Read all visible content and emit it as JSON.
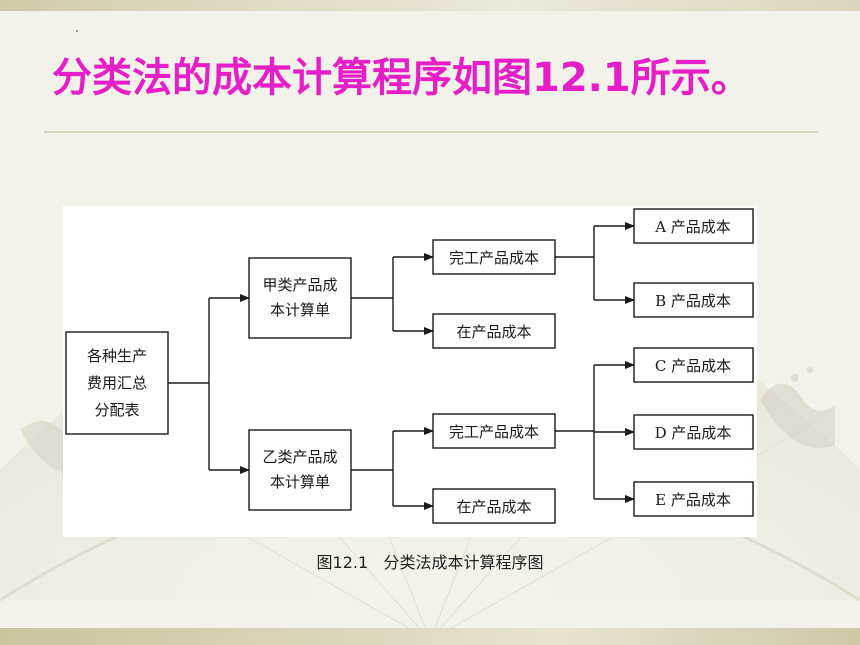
{
  "slide": {
    "title": "分类法的成本计算程序如图12.1所示。"
  },
  "diagram": {
    "source": {
      "line1": "各种生产",
      "line2": "费用汇总",
      "line3": "分配表"
    },
    "group_a": {
      "line1": "甲类产品成",
      "line2": "本计算单"
    },
    "group_b": {
      "line1": "乙类产品成",
      "line2": "本计算单"
    },
    "a_finished": "完工产品成本",
    "a_wip": "在产品成本",
    "b_finished": "完工产品成本",
    "b_wip": "在产品成本",
    "product_a": "A 产品成本",
    "product_b": "B 产品成本",
    "product_c": "C 产品成本",
    "product_d": "D 产品成本",
    "product_e": "E 产品成本"
  },
  "caption": {
    "number": "图12.1",
    "text": "分类法成本计算程序图"
  },
  "colors": {
    "title": "#e61ec8",
    "background": "#f3f2ea",
    "box_stroke": "#1a1a1a"
  }
}
